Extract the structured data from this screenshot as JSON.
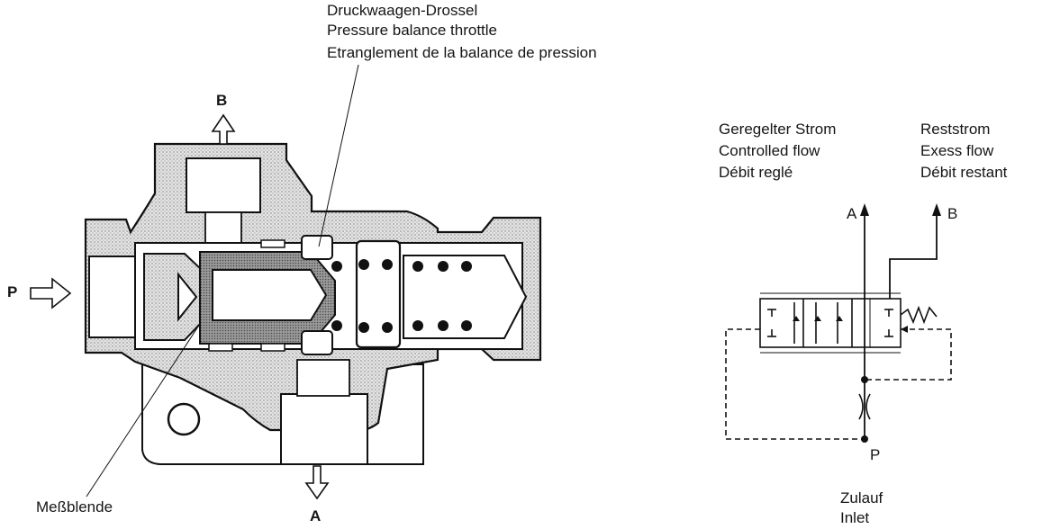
{
  "throttle_label": {
    "de": "Druckwaagen-Drossel",
    "en": "Pressure balance throttle",
    "fr": "Etranglement de la balance de pression"
  },
  "ports": {
    "b": "B",
    "p": "P",
    "a": "A"
  },
  "orifice_label": {
    "de": "Meßblende"
  },
  "controlled_flow": {
    "de": "Geregelter Strom",
    "en": "Controlled flow",
    "fr": "Débit reglé"
  },
  "excess_flow": {
    "de": "Reststrom",
    "en": "Exess flow",
    "fr": "Débit restant"
  },
  "symbol_ports": {
    "a": "A",
    "b": "B",
    "p": "P"
  },
  "inlet_label": {
    "de": "Zulauf",
    "en": "Inlet"
  }
}
